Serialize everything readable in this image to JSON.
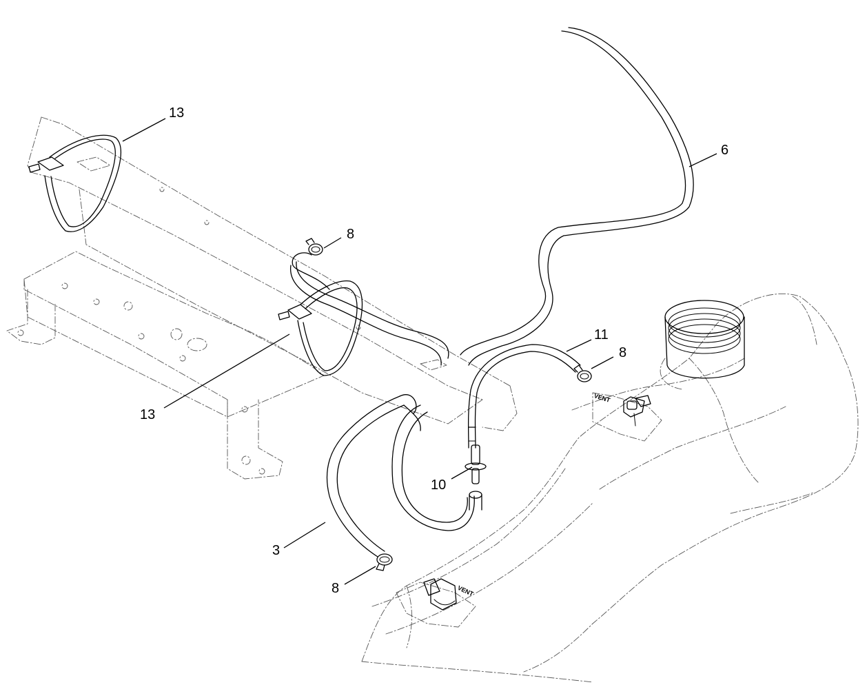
{
  "callouts": [
    {
      "id": "c13a",
      "label": "13"
    },
    {
      "id": "c6",
      "label": "6"
    },
    {
      "id": "c8a",
      "label": "8"
    },
    {
      "id": "c11",
      "label": "11"
    },
    {
      "id": "c8b",
      "label": "8"
    },
    {
      "id": "c13b",
      "label": "13"
    },
    {
      "id": "c10",
      "label": "10"
    },
    {
      "id": "c3",
      "label": "3"
    },
    {
      "id": "c8c",
      "label": "8"
    }
  ],
  "stamps": {
    "vent_upper": "VENT",
    "vent_lower": "VENT"
  }
}
